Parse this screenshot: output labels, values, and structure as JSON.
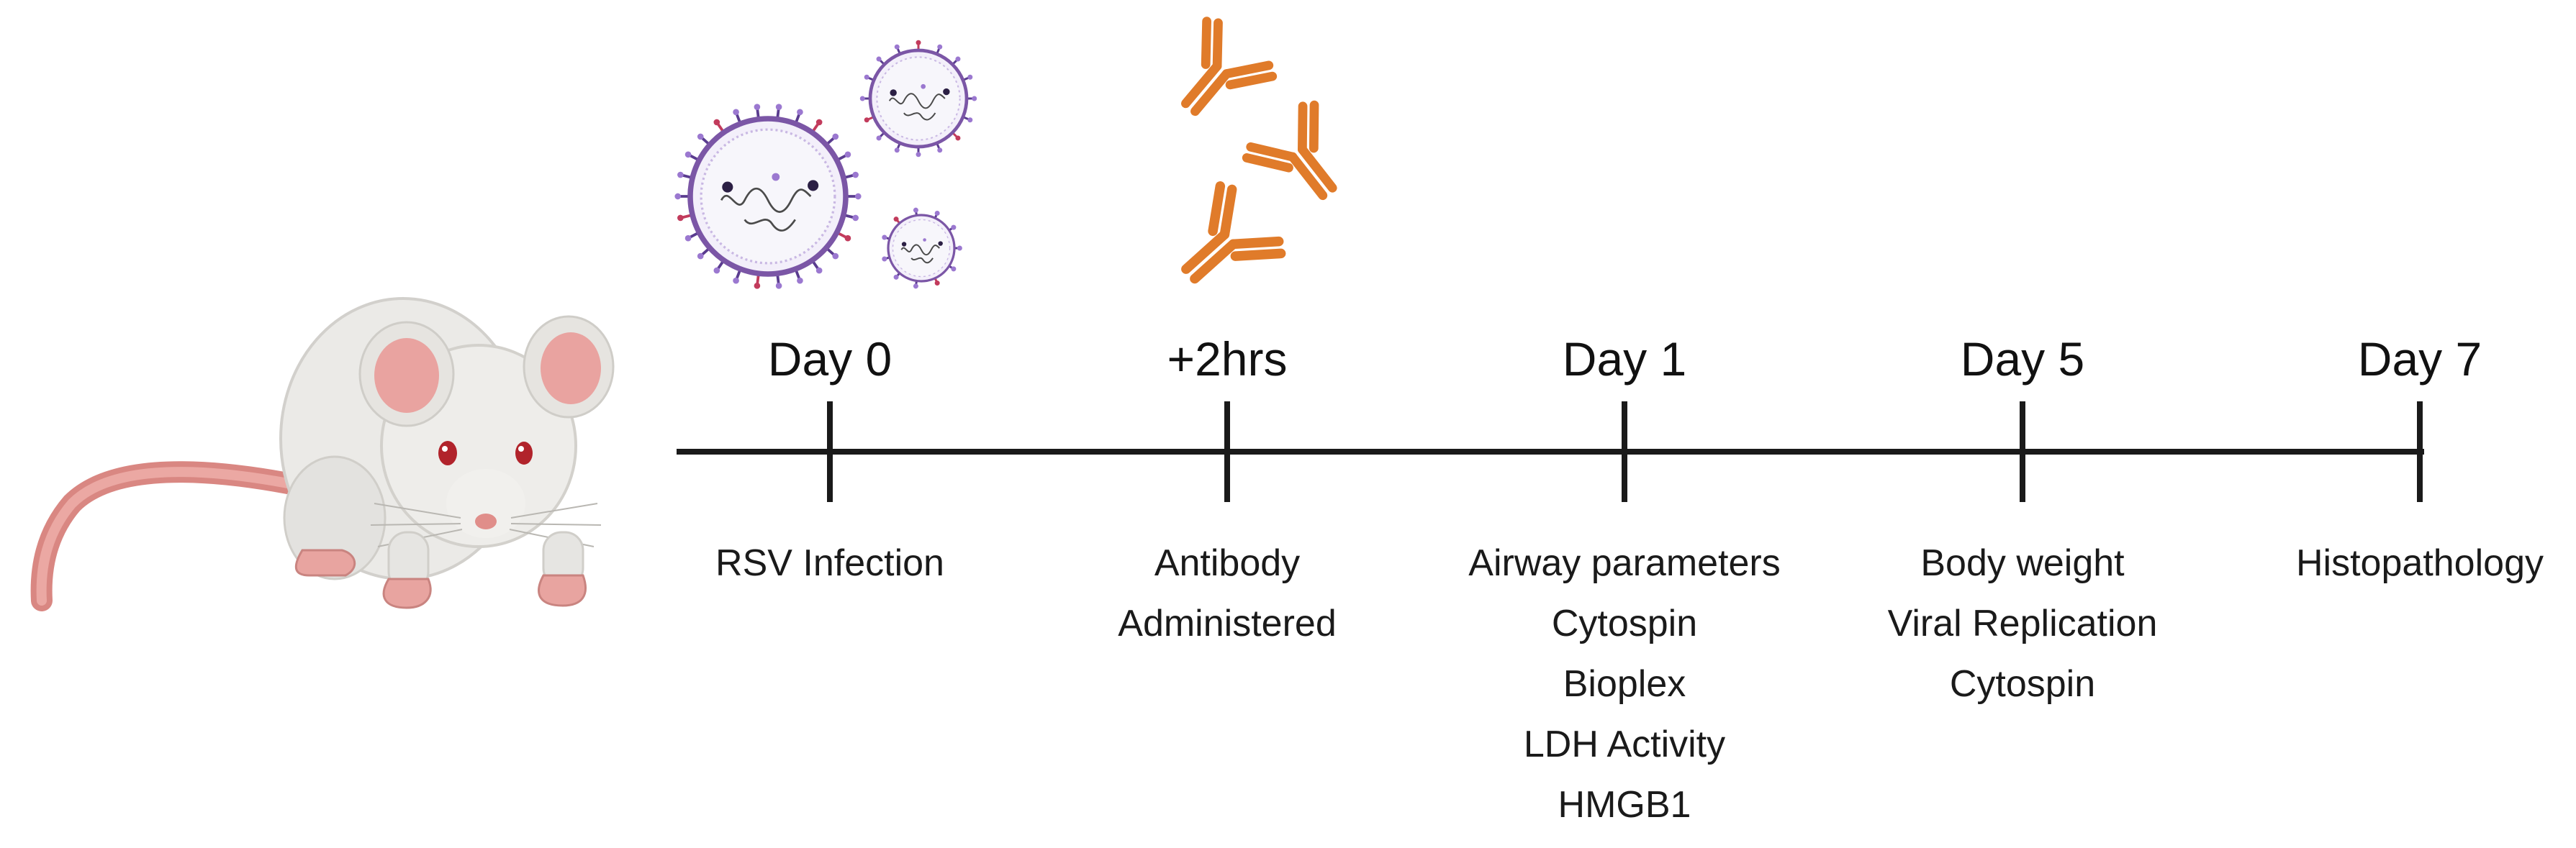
{
  "timeline": {
    "days": [
      {
        "label": "Day 0",
        "events": [
          "RSV Infection"
        ]
      },
      {
        "label": "+2hrs",
        "events": [
          "Antibody",
          "Administered"
        ]
      },
      {
        "label": "Day 1",
        "events": [
          "Airway parameters",
          "Cytospin",
          "Bioplex",
          "LDH Activity",
          "HMGB1"
        ]
      },
      {
        "label": "Day 5",
        "events": [
          "Body weight",
          "Viral Replication",
          "Cytospin"
        ]
      },
      {
        "label": "Day 7",
        "events": [
          "Histopathology"
        ]
      }
    ]
  },
  "icons": {
    "mouse": "mouse-icon",
    "virus": "rsv-virus-icon",
    "antibody": "antibody-icon"
  },
  "colors": {
    "line": "#1a1a1a",
    "virus_envelope": "#7b56a6",
    "virus_spike": "#5a3c8f",
    "virus_spike_tip": "#9b78d0",
    "virus_red": "#c23b5c",
    "antibody": "#e07b2a",
    "mouse_body": "#ecebe8",
    "mouse_ear_inner": "#e9a3a0",
    "mouse_tail": "#e0908b",
    "mouse_eye": "#b1232b"
  }
}
